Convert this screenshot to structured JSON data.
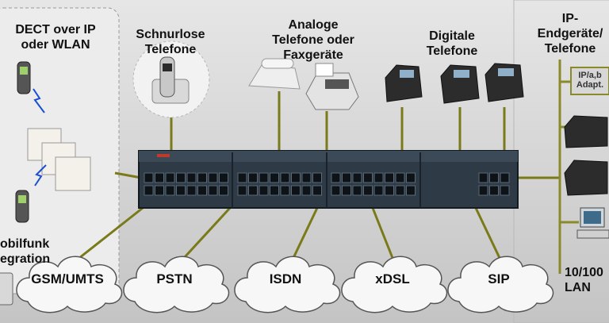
{
  "labels": {
    "dect": [
      "DECT over IP",
      "oder WLAN"
    ],
    "cordless": [
      "Schnurlose",
      "Telefone"
    ],
    "analog": [
      "Analoge",
      "Telefone oder",
      "Faxgeräte"
    ],
    "digital": [
      "Digitale",
      "Telefone"
    ],
    "ip": [
      "IP-",
      "Endgeräte/",
      "Telefone"
    ],
    "mobile": [
      "obilfunk",
      "egration"
    ],
    "lan": [
      "10/100",
      "LAN"
    ],
    "adapter": [
      "IP/a,b",
      "Adapt."
    ]
  },
  "clouds": [
    "GSM/UMTS",
    "PSTN",
    "ISDN",
    "xDSL",
    "SIP"
  ],
  "colors": {
    "line": "#7a7a1a",
    "ip_line": "#8a8a2a",
    "chassis": "#2e3a45",
    "cloud_stroke": "#555555"
  }
}
